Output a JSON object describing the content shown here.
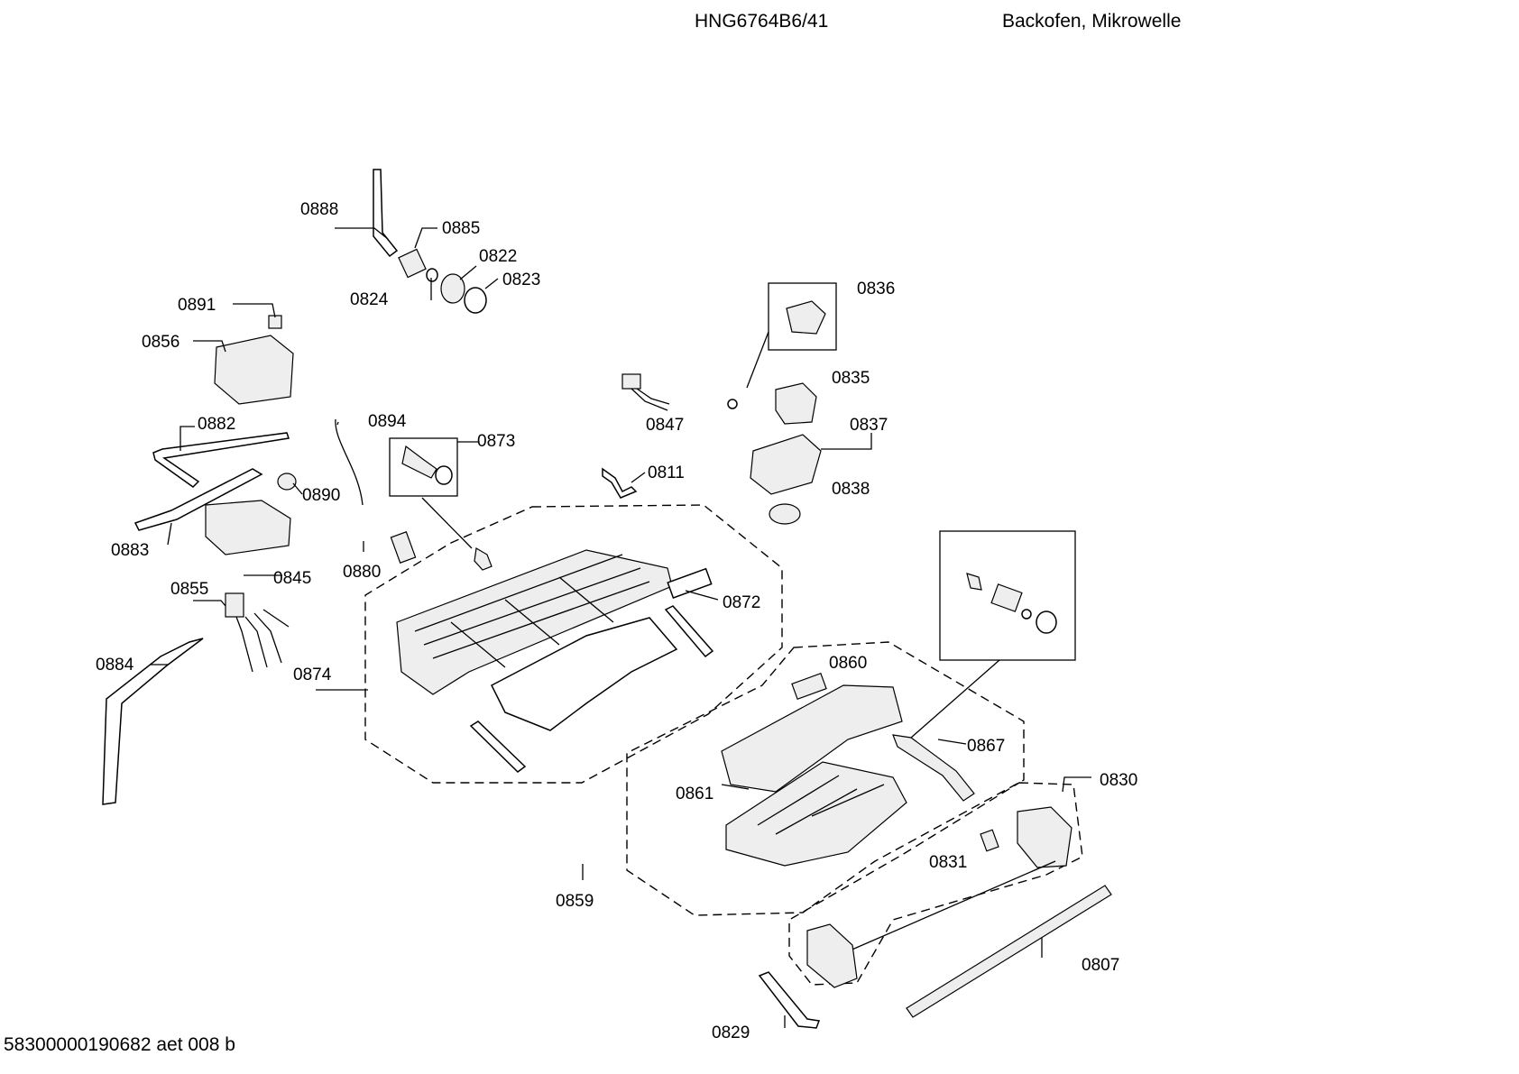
{
  "header": {
    "model": "HNG6764B6/41",
    "description": "Backofen, Mikrowelle"
  },
  "footer": {
    "document_id": "58300000190682 aet 008 b"
  },
  "parts": [
    "0888",
    "0885",
    "0822",
    "0823",
    "0824",
    "0891",
    "0856",
    "0882",
    "0894",
    "0873",
    "0890",
    "0883",
    "0880",
    "0845",
    "0855",
    "0884",
    "0874",
    "0836",
    "0835",
    "0847",
    "0837",
    "0811",
    "0838",
    "0872",
    "0860",
    "0867",
    "0861",
    "0830",
    "0831",
    "0859",
    "0807",
    "0829"
  ]
}
